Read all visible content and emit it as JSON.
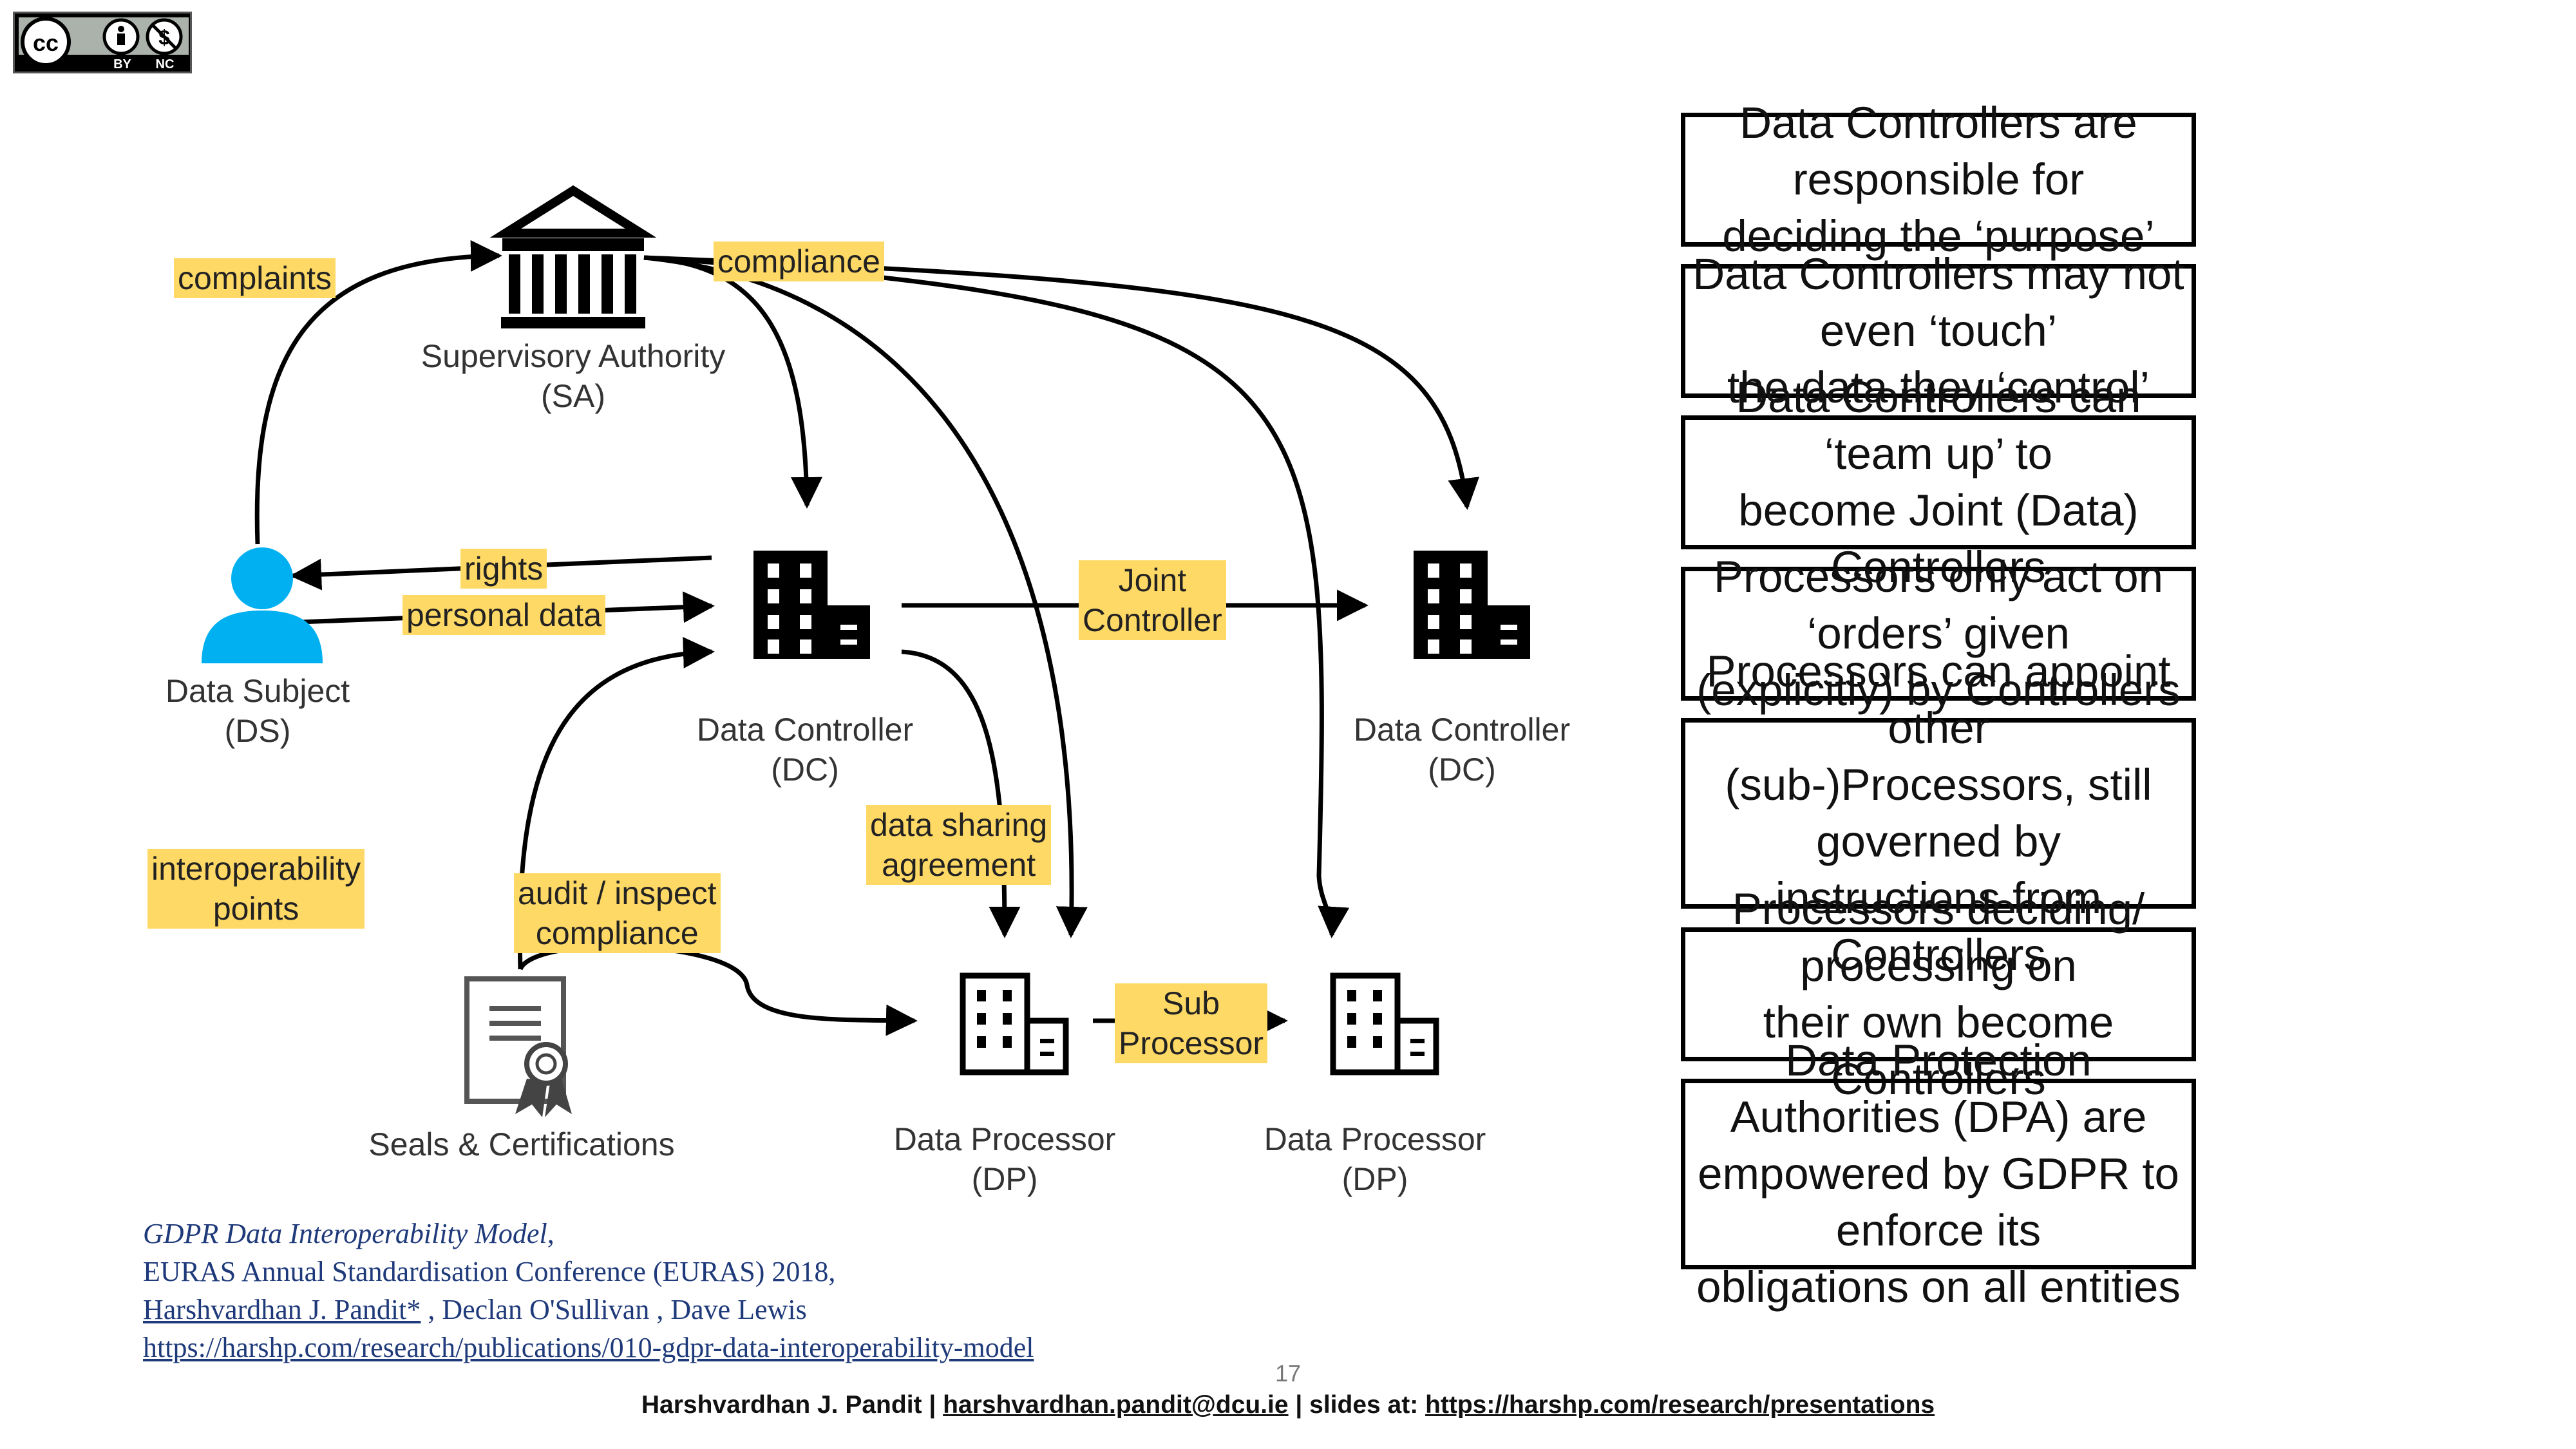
{
  "license": {
    "text": "BY NC",
    "by": "BY",
    "nc": "NC"
  },
  "nodes": {
    "supervisory_authority": "Supervisory Authority\n(SA)",
    "data_subject": "Data Subject\n(DS)",
    "data_controller_1": "Data Controller\n(DC)",
    "data_controller_2": "Data Controller\n(DC)",
    "data_processor_1": "Data Processor\n(DP)",
    "data_processor_2": "Data Processor\n(DP)",
    "seals": "Seals & Certifications"
  },
  "edge_labels": {
    "complaints": "complaints",
    "compliance": "compliance",
    "rights": "rights",
    "personal_data": "personal data",
    "joint_controller": "Joint\nController",
    "data_sharing": "data sharing\nagreement",
    "audit": "audit / inspect\ncompliance",
    "sub_processor": "Sub\nProcessor",
    "interoperability": "interoperability\npoints"
  },
  "statements": [
    "Data Controllers are responsible for\ndeciding the ‘purpose’",
    "Data Controllers may not even ‘touch’\nthe data they ‘control’",
    "Data Controllers can ‘team up’ to\nbecome Joint (Data) Controllers",
    "Processors only act on ‘orders’ given\n(explicitly) by Controllers",
    "Processors can appoint other\n(sub-)Processors, still governed by\ninstructions from Controllers",
    "Processors deciding/ processing on\ntheir own become Controllers",
    "Data Protection Authorities (DPA) are\nempowered by GDPR to enforce its\nobligations on all entities"
  ],
  "citation": {
    "title": "GDPR Data Interoperability Model",
    "title_suffix": ",",
    "conference": "EURAS Annual Standardisation Conference (EURAS) 2018,",
    "author_link": "Harshvardhan J. Pandit*",
    "other_authors": " , Declan O'Sullivan , Dave Lewis",
    "url": "https://harshp.com/research/publications/010-gdpr-data-interoperability-model"
  },
  "page_number": "17",
  "footer": {
    "name": "Harshvardhan J. Pandit | ",
    "email": "harshvardhan.pandit@dcu.ie",
    "mid": " | slides at: ",
    "slides_url": "https://harshp.com/research/presentations"
  },
  "colors": {
    "highlight": "#ffd966",
    "person": "#00b0f0",
    "cite": "#1f3a7a"
  }
}
